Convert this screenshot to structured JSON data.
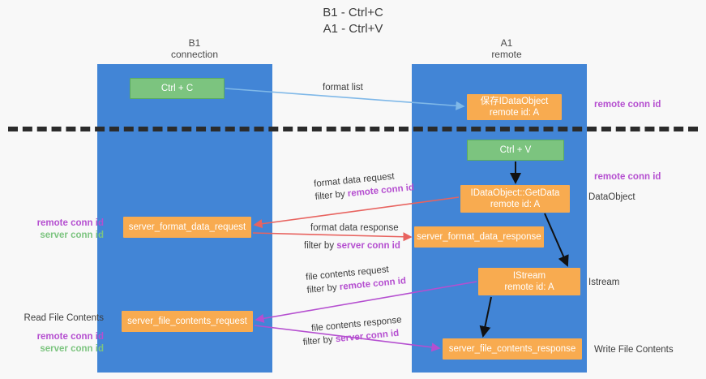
{
  "title": {
    "line1": "B1 - Ctrl+C",
    "line2": "A1 - Ctrl+V"
  },
  "columns": [
    {
      "name": "B1",
      "role": "connection"
    },
    {
      "name": "A1",
      "role": "remote"
    }
  ],
  "nodes": {
    "ctrl_c": {
      "label": "Ctrl + C",
      "type": "action",
      "color": "#7cc47f"
    },
    "save_idataobject": {
      "label": "保存IDataObject",
      "sub": "remote id: A",
      "type": "object",
      "color": "#f8ab50"
    },
    "ctrl_v": {
      "label": "Ctrl + V",
      "type": "action",
      "color": "#7cc47f"
    },
    "getdata": {
      "label": "IDataObject::GetData",
      "sub": "remote id: A",
      "type": "object",
      "color": "#f8ab50"
    },
    "server_format_data_request": {
      "label": "server_format_data_request",
      "type": "message",
      "color": "#f8ab50"
    },
    "server_format_data_response": {
      "label": "server_format_data_response",
      "type": "message",
      "color": "#f8ab50"
    },
    "istream": {
      "label": "IStream",
      "sub": "remote id: A",
      "type": "object",
      "color": "#f8ab50"
    },
    "server_file_contents_request": {
      "label": "server_file_contents_request",
      "type": "message",
      "color": "#f8ab50"
    },
    "server_file_contents_response": {
      "label": "server_file_contents_response",
      "type": "message",
      "color": "#f8ab50"
    }
  },
  "flows": {
    "format_list": {
      "line1": "format list"
    },
    "format_data_request": {
      "line1": "format data request",
      "filter_prefix": "filter by ",
      "filter_key": "remote conn id"
    },
    "format_data_response": {
      "line1": "format data response",
      "filter_prefix": "filter by ",
      "filter_key": "server conn id"
    },
    "file_contents_request": {
      "line1": "file contents request",
      "filter_prefix": "filter by ",
      "filter_key": "remote conn id"
    },
    "file_contents_response": {
      "line1": "file contents response",
      "filter_prefix": "filter by ",
      "filter_key": "server conn id"
    }
  },
  "annotations": {
    "left_mid": {
      "remote": "remote conn id",
      "server": "server conn id"
    },
    "left_bottom": {
      "title": "Read File Contents",
      "remote": "remote conn id",
      "server": "server conn id"
    },
    "right_top": "remote conn id",
    "right_getdata": "remote conn id",
    "right_dataobject": "DataObject",
    "right_istream": "Istream",
    "right_write": "Write File Contents"
  },
  "colors": {
    "lane": "#4285d6",
    "action": "#7cc47f",
    "object": "#f8ab50",
    "accent_purple": "#b54fd0",
    "accent_red": "#e8635f",
    "accent_blue": "#7fb8e8",
    "divider": "#2b2b2b",
    "background": "#f8f8f8"
  }
}
